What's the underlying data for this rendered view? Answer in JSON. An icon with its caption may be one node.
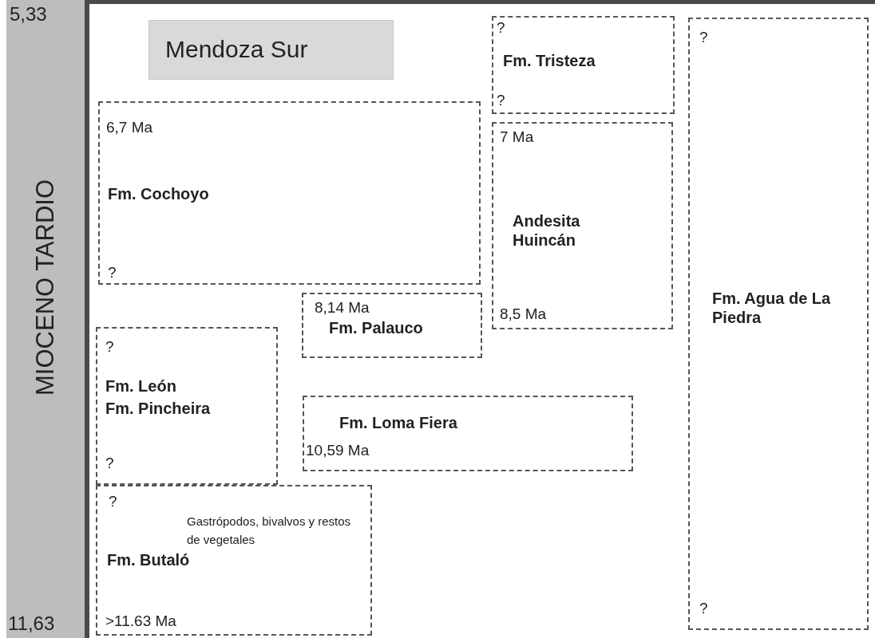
{
  "diagram": {
    "nodes": [
      {
        "text": [
          "MIOCENO TARDIO"
        ]
      },
      {
        "text": [
          "Mendoza Sur"
        ]
      },
      {
        "text": [
          "?",
          "Fm. Tristeza",
          "?"
        ]
      },
      {
        "text": [
          "?",
          "Fm. Agua de La Piedra",
          "?"
        ]
      },
      {
        "text": [
          "6,7 Ma",
          "Fm. Cochoyo",
          "?"
        ]
      },
      {
        "text": [
          "7 Ma",
          "Andesita Huincán",
          "8,5 Ma"
        ]
      },
      {
        "text": [
          "8,14 Ma",
          "Fm. Palauco"
        ]
      },
      {
        "text": [
          "?",
          "Fm. León",
          "Fm. Pincheira",
          "?"
        ]
      },
      {
        "text": [
          "Fm. Loma Fiera",
          "10,59 Ma"
        ]
      },
      {
        "text": [
          "?",
          "Fm. Butaló",
          "Gastrópodos, bivalvos y restos de vegetales",
          ">11.63 Ma"
        ]
      }
    ],
    "labels": [
      "5,33",
      "11,63"
    ]
  }
}
